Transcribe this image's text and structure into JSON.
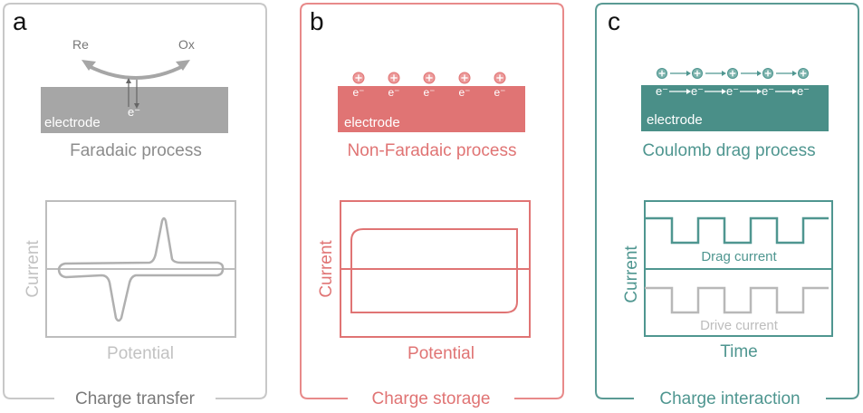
{
  "colors": {
    "gray": "#a6a6a6",
    "gray_dark": "#8c8c8c",
    "red": "#e06b6b",
    "red_fill": "#e07474",
    "teal": "#4f9690",
    "teal_fill": "#4a8f88",
    "drive": "#b8b8b8"
  },
  "panels": [
    {
      "letter": "a",
      "top_labels": {
        "left": "Re",
        "right": "Ox"
      },
      "electron": "e⁻",
      "electrode": "electrode",
      "process": "Faradaic process",
      "ylabel": "Current",
      "xlabel": "Potential",
      "caption": "Charge transfer"
    },
    {
      "letter": "b",
      "ion": "⊕",
      "electron": "e⁻",
      "ion_count": 5,
      "electrode": "electrode",
      "process": "Non-Faradaic process",
      "ylabel": "Current",
      "xlabel": "Potential",
      "caption": "Charge storage"
    },
    {
      "letter": "c",
      "ion": "⊕",
      "electron": "e⁻",
      "ion_count": 5,
      "electrode": "electrode",
      "process": "Coulomb drag process",
      "ylabel": "Current",
      "xlabel": "Time",
      "series_labels": {
        "drag": "Drag current",
        "drive": "Drive current"
      },
      "caption": "Charge interaction"
    }
  ]
}
